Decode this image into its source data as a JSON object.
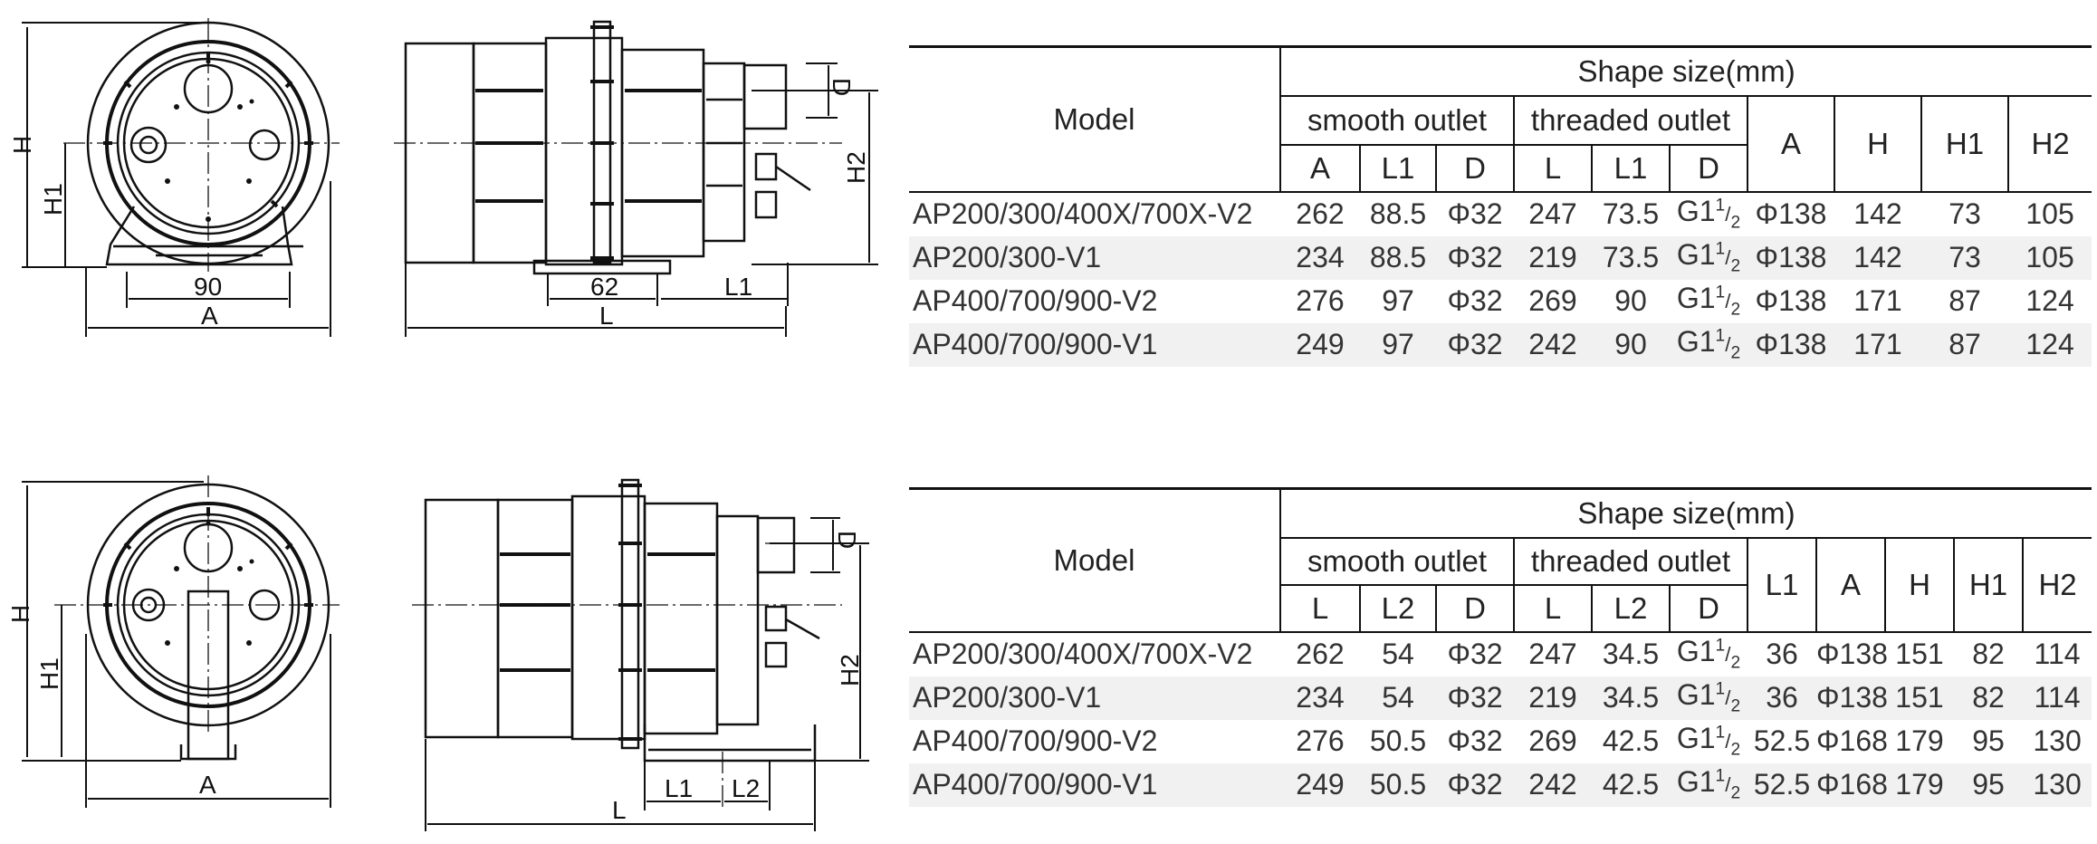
{
  "diagrams": {
    "top": {
      "front_labels": {
        "H": "H",
        "H1": "H1",
        "width_90": "90",
        "A": "A"
      },
      "side_labels": {
        "D": "D",
        "H2": "H2",
        "L_62": "62",
        "L1": "L1",
        "L": "L"
      }
    },
    "bottom": {
      "front_labels": {
        "H": "H",
        "H1": "H1",
        "A": "A"
      },
      "side_labels": {
        "D": "D",
        "H2": "H2",
        "L1": "L1",
        "L2": "L2",
        "L": "L"
      }
    }
  },
  "table_top": {
    "model_header": "Model",
    "shape_header": "Shape size(mm)",
    "group_smooth": "smooth outlet",
    "group_threaded": "threaded outlet",
    "smooth_cols": [
      "A",
      "L1",
      "D"
    ],
    "threaded_cols": [
      "L",
      "L1",
      "D"
    ],
    "extra_cols": [
      "A",
      "H",
      "H1",
      "H2"
    ],
    "rows": [
      {
        "model": "AP200/300/400X/700X-V2",
        "cells": [
          "262",
          "88.5",
          "Φ32",
          "247",
          "73.5",
          "G1",
          "Φ138",
          "142",
          "73",
          "105"
        ]
      },
      {
        "model": "AP200/300-V1",
        "cells": [
          "234",
          "88.5",
          "Φ32",
          "219",
          "73.5",
          "G1",
          "Φ138",
          "142",
          "73",
          "105"
        ]
      },
      {
        "model": "AP400/700/900-V2",
        "cells": [
          "276",
          "97",
          "Φ32",
          "269",
          "90",
          "G1",
          "Φ138",
          "171",
          "87",
          "124"
        ]
      },
      {
        "model": "AP400/700/900-V1",
        "cells": [
          "249",
          "97",
          "Φ32",
          "242",
          "90",
          "G1",
          "Φ138",
          "171",
          "87",
          "124"
        ]
      }
    ],
    "thread_fraction": {
      "num": "1",
      "den": "2"
    }
  },
  "table_bottom": {
    "model_header": "Model",
    "shape_header": "Shape size(mm)",
    "group_smooth": "smooth outlet",
    "group_threaded": "threaded outlet",
    "smooth_cols": [
      "L",
      "L2",
      "D"
    ],
    "threaded_cols": [
      "L",
      "L2",
      "D"
    ],
    "extra_cols": [
      "L1",
      "A",
      "H",
      "H1",
      "H2"
    ],
    "rows": [
      {
        "model": "AP200/300/400X/700X-V2",
        "cells": [
          "262",
          "54",
          "Φ32",
          "247",
          "34.5",
          "G1",
          "36",
          "Φ138",
          "151",
          "82",
          "114"
        ]
      },
      {
        "model": "AP200/300-V1",
        "cells": [
          "234",
          "54",
          "Φ32",
          "219",
          "34.5",
          "G1",
          "36",
          "Φ138",
          "151",
          "82",
          "114"
        ]
      },
      {
        "model": "AP400/700/900-V2",
        "cells": [
          "276",
          "50.5",
          "Φ32",
          "269",
          "42.5",
          "G1",
          "52.5",
          "Φ168",
          "179",
          "95",
          "130"
        ]
      },
      {
        "model": "AP400/700/900-V1",
        "cells": [
          "249",
          "50.5",
          "Φ32",
          "242",
          "42.5",
          "G1",
          "52.5",
          "Φ168",
          "179",
          "95",
          "130"
        ]
      }
    ],
    "thread_fraction": {
      "num": "1",
      "den": "2"
    }
  }
}
